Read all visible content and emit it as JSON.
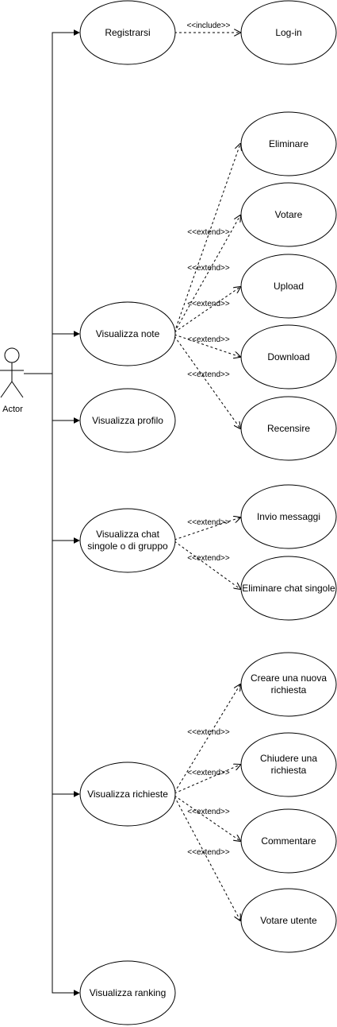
{
  "actor": {
    "name": "Actor"
  },
  "use_cases": {
    "registrarsi": "Registrarsi",
    "login": "Log-in",
    "visualizza_note": "Visualizza note",
    "eliminare": "Eliminare",
    "votare": "Votare",
    "upload": "Upload",
    "download": "Download",
    "recensire": "Recensire",
    "visualizza_profilo": "Visualizza profilo",
    "visualizza_chat_1": "Visualizza chat",
    "visualizza_chat_2": "singole o di gruppo",
    "invio_messaggi": "Invio messaggi",
    "eliminare_chat": "Eliminare chat singole",
    "visualizza_richieste": "Visualizza richieste",
    "creare_richiesta_1": "Creare una nuova",
    "creare_richiesta_2": "richiesta",
    "chiudere_richiesta_1": "Chiudere una",
    "chiudere_richiesta_2": "richiesta",
    "commentare": "Commentare",
    "votare_utente": "Votare utente",
    "visualizza_ranking": "Visualizza ranking"
  },
  "relations": {
    "include": "<<include>>",
    "extend": "<<extend>>"
  },
  "colors": {
    "stroke": "#000000",
    "fill": "#ffffff"
  }
}
